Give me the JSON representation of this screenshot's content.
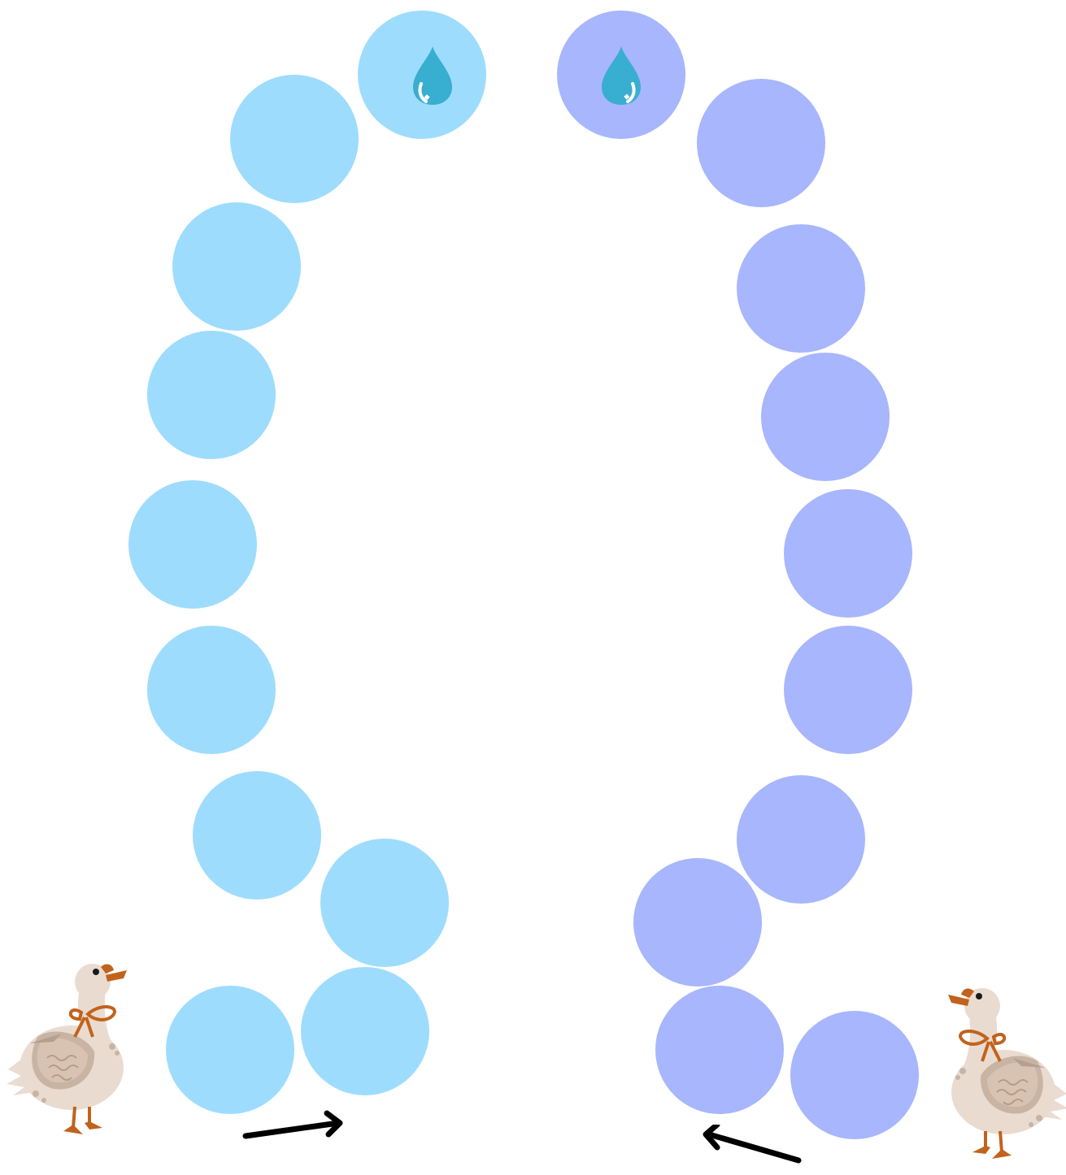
{
  "palette": {
    "left_path": "#9edcfd",
    "right_path": "#a7b6fd",
    "drop": "#38aed0",
    "arrow": "#000000"
  },
  "left_path": {
    "color": "left_path",
    "goal_icon": "water-drop-icon",
    "steps": 10
  },
  "right_path": {
    "color": "right_path",
    "goal_icon": "water-drop-icon",
    "steps": 10
  },
  "players": [
    {
      "icon": "goose-icon",
      "side": "left"
    },
    {
      "icon": "goose-icon",
      "side": "right"
    }
  ],
  "direction_arrows": [
    {
      "icon": "arrow-right-icon"
    },
    {
      "icon": "arrow-left-icon"
    }
  ]
}
